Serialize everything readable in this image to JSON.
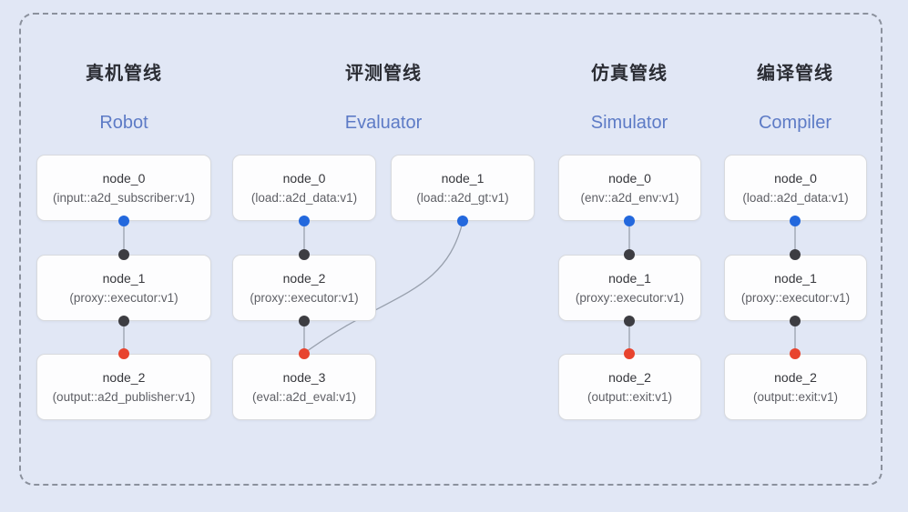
{
  "frame": {
    "border_color": "#8b919d",
    "background": "#e1e7f5"
  },
  "colors": {
    "node_background": "#fdfdfe",
    "node_border": "#d8dade",
    "edge": "#98a0ad",
    "port_output_blue": "#2368dd",
    "port_proxy_dark": "#3d3d42",
    "port_final_red": "#e8432e",
    "title_zh": "#2b2d34",
    "title_en": "#5d7bc6"
  },
  "pipelines": [
    {
      "title_zh": "真机管线",
      "title_en": "Robot",
      "nodes": [
        {
          "name": "node_0",
          "type": "(input::a2d_subscriber:v1)"
        },
        {
          "name": "node_1",
          "type": "(proxy::executor:v1)"
        },
        {
          "name": "node_2",
          "type": "(output::a2d_publisher:v1)"
        }
      ]
    },
    {
      "title_zh": "评测管线",
      "title_en": "Evaluator",
      "nodes": [
        {
          "name": "node_0",
          "type": "(load::a2d_data:v1)"
        },
        {
          "name": "node_1",
          "type": "(load::a2d_gt:v1)"
        },
        {
          "name": "node_2",
          "type": "(proxy::executor:v1)"
        },
        {
          "name": "node_3",
          "type": "(eval::a2d_eval:v1)"
        }
      ]
    },
    {
      "title_zh": "仿真管线",
      "title_en": "Simulator",
      "nodes": [
        {
          "name": "node_0",
          "type": "(env::a2d_env:v1)"
        },
        {
          "name": "node_1",
          "type": "(proxy::executor:v1)"
        },
        {
          "name": "node_2",
          "type": "(output::exit:v1)"
        }
      ]
    },
    {
      "title_zh": "编译管线",
      "title_en": "Compiler",
      "nodes": [
        {
          "name": "node_0",
          "type": "(load::a2d_data:v1)"
        },
        {
          "name": "node_1",
          "type": "(proxy::executor:v1)"
        },
        {
          "name": "node_2",
          "type": "(output::exit:v1)"
        }
      ]
    }
  ],
  "edges": [
    {
      "from": "Robot.node_0",
      "to": "Robot.node_1"
    },
    {
      "from": "Robot.node_1",
      "to": "Robot.node_2"
    },
    {
      "from": "Evaluator.node_0",
      "to": "Evaluator.node_2"
    },
    {
      "from": "Evaluator.node_1",
      "to": "Evaluator.node_3"
    },
    {
      "from": "Evaluator.node_2",
      "to": "Evaluator.node_3"
    },
    {
      "from": "Simulator.node_0",
      "to": "Simulator.node_1"
    },
    {
      "from": "Simulator.node_1",
      "to": "Simulator.node_2"
    },
    {
      "from": "Compiler.node_0",
      "to": "Compiler.node_1"
    },
    {
      "from": "Compiler.node_1",
      "to": "Compiler.node_2"
    }
  ]
}
